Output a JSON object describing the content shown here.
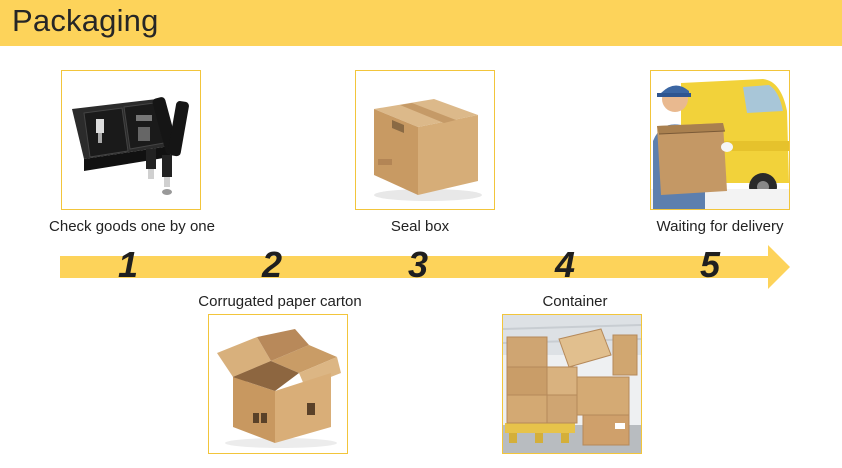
{
  "header": {
    "title": "Packaging"
  },
  "steps": [
    {
      "number": "1",
      "label": "Check goods one by one",
      "image": "goods-in-black-case"
    },
    {
      "number": "2",
      "label": "Corrugated paper carton",
      "image": "open-carton"
    },
    {
      "number": "3",
      "label": "Seal box",
      "image": "sealed-box"
    },
    {
      "number": "4",
      "label": "Container",
      "image": "stacked-cartons-on-pallet"
    },
    {
      "number": "5",
      "label": "Waiting for delivery",
      "image": "courier-with-van"
    }
  ],
  "colors": {
    "header": "#fdd35a",
    "arrow": "#fdd35a",
    "frame_border": "#f2c53b",
    "carton": "#cfa572"
  }
}
